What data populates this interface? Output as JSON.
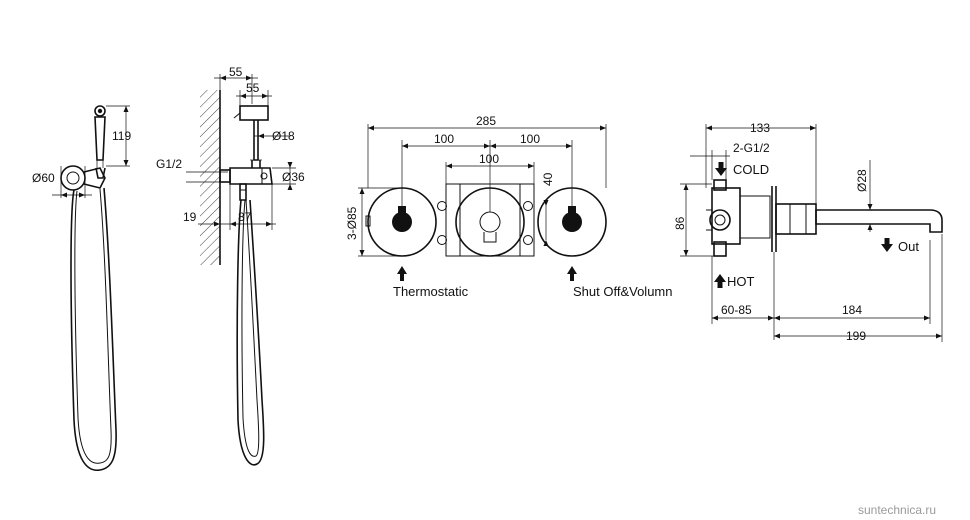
{
  "dimensions": {
    "hand_55_top": "55",
    "hand_55_inner": "55",
    "hand_119": "119",
    "hand_d18": "Ø18",
    "hand_d60": "Ø60",
    "hand_g12": "G1/2",
    "hand_d36": "Ø36",
    "hand_19": "19",
    "hand_87": "87",
    "front_285": "285",
    "front_100_left": "100",
    "front_100_right": "100",
    "front_100_mid": "100",
    "front_40": "40",
    "front_d85": "3-Ø85",
    "side_133": "133",
    "side_g12": "2-G1/2",
    "side_d28": "Ø28",
    "side_86": "86",
    "side_6085": "60-85",
    "side_184": "184",
    "side_199": "199"
  },
  "labels": {
    "thermostatic": "Thermostatic",
    "shutoff": "Shut Off&Volumn",
    "cold": "COLD",
    "hot": "HOT",
    "out": "Out"
  },
  "watermark": "suntechnica.ru",
  "colors": {
    "line": "#111111",
    "watermark": "#9a9a9a",
    "background": "#ffffff"
  }
}
